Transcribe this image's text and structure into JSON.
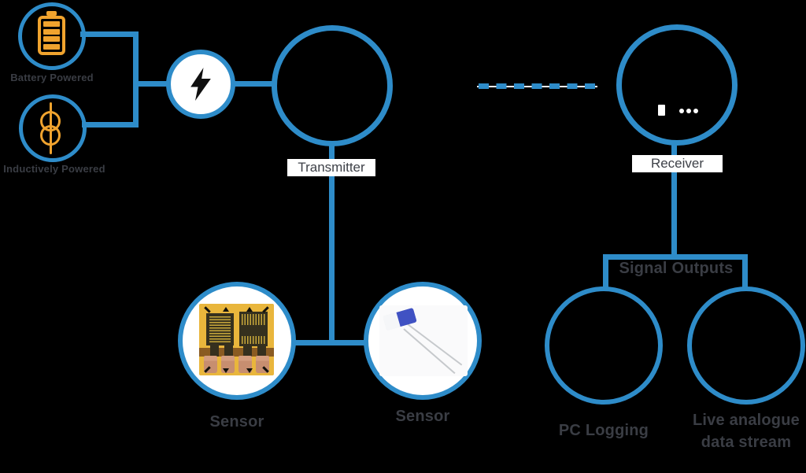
{
  "colors": {
    "line_blue": "#2E8CC9",
    "icon_orange": "#F0A32E",
    "label_gray": "#3A3D44",
    "label_box_white": "#FFFFFF",
    "bolt_black": "#101010",
    "thermistor_blue": "#4052C3",
    "gauge_amber": "#E9B63C",
    "gauge_pad_copper": "#C78E70"
  },
  "icons": {
    "battery": "battery-icon",
    "induction": "induction-coil-icon",
    "bolt": "lightning-bolt-icon",
    "receiver_status": "device-dots-icon"
  },
  "nodes": {
    "battery": {
      "label": "Battery Powered"
    },
    "inductive": {
      "label": "Inductively Powered"
    },
    "transmitter": {
      "label": "Transmitter"
    },
    "receiver": {
      "label": "Receiver"
    },
    "signal_outputs": {
      "label": "Signal Outputs"
    },
    "pc_logging": {
      "label": "PC Logging"
    },
    "live_analogue": {
      "line1": "Live analogue",
      "line2": "data stream"
    },
    "sensor_strain": {
      "label": "Sensor"
    },
    "sensor_thermistor": {
      "label": "Sensor"
    }
  },
  "links": {
    "wireless": "dashed-radio-link"
  }
}
